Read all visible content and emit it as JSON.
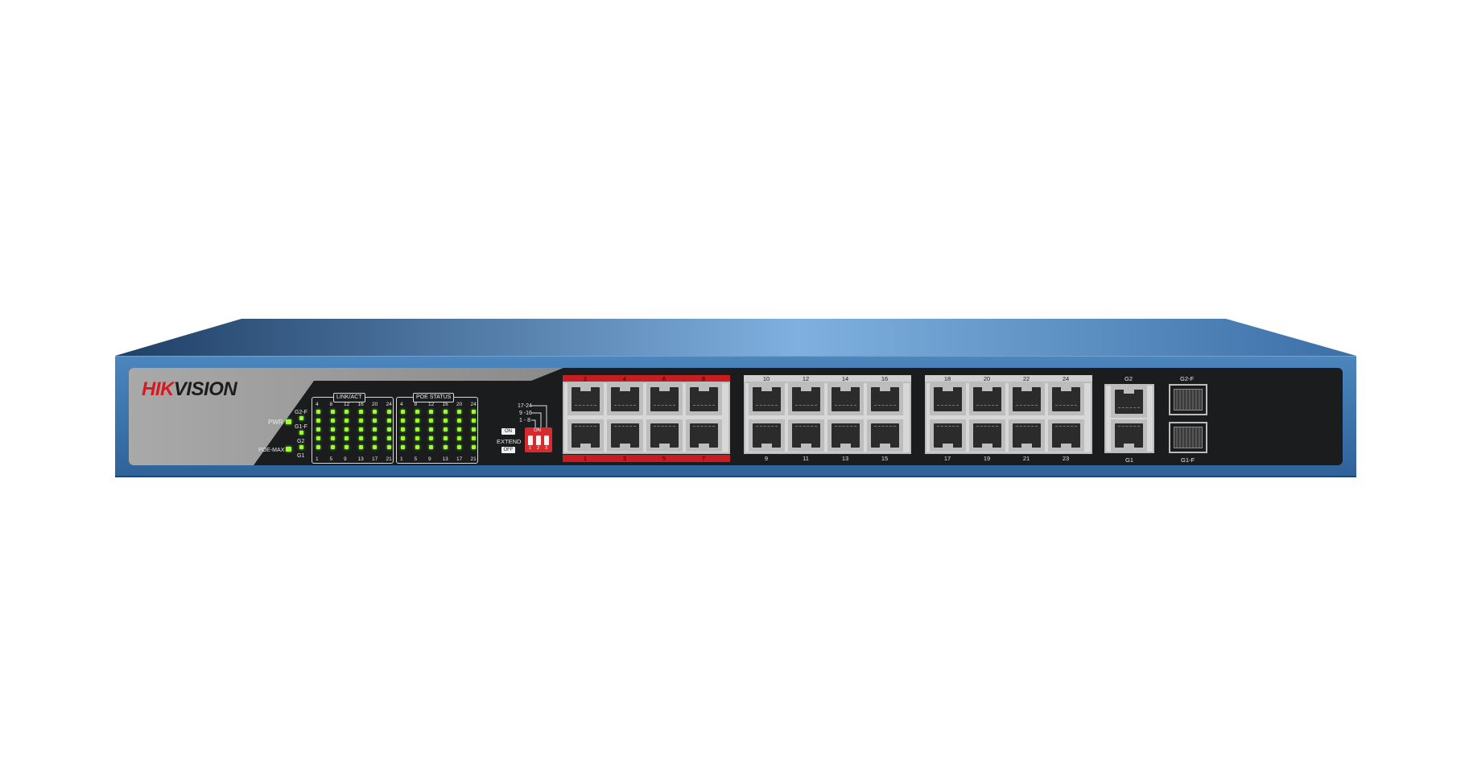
{
  "brand": {
    "part1": "HIK",
    "part2": "VISION"
  },
  "status_leds": {
    "pwr": "PWR",
    "poe_max": "POE-MAX"
  },
  "uplink_leds": [
    "G2-F",
    "G1-F",
    "G2",
    "G1"
  ],
  "link_act": {
    "title": "LINK/ACT",
    "top_numbers": [
      "4",
      "8",
      "12",
      "16",
      "20",
      "24"
    ],
    "bottom_numbers": [
      "1",
      "5",
      "9",
      "13",
      "17",
      "21"
    ]
  },
  "poe_status": {
    "title": "POE STATUS",
    "top_numbers": [
      "4",
      "8",
      "12",
      "16",
      "20",
      "24"
    ],
    "bottom_numbers": [
      "1",
      "5",
      "9",
      "13",
      "17",
      "21"
    ]
  },
  "extend": {
    "ranges": [
      "17-24",
      "9 -16",
      "1 - 8"
    ],
    "on": "ON",
    "label": "EXTEND",
    "off": "OFF",
    "switch_on": "ON",
    "switch_numbers": [
      "1",
      "2",
      "3"
    ]
  },
  "port_blocks": [
    {
      "top": [
        "2",
        "4",
        "6",
        "8"
      ],
      "bottom": [
        "1",
        "3",
        "5",
        "7"
      ],
      "color": "#c71c22"
    },
    {
      "top": [
        "10",
        "12",
        "14",
        "16"
      ],
      "bottom": [
        "9",
        "11",
        "13",
        "15"
      ],
      "color": "#cfcfcf"
    },
    {
      "top": [
        "18",
        "20",
        "22",
        "24"
      ],
      "bottom": [
        "17",
        "19",
        "21",
        "23"
      ],
      "color": "#cfcfcf"
    }
  ],
  "gigabit": {
    "top": "G2",
    "bottom": "G1"
  },
  "sfp": {
    "top": "G2-F",
    "bottom": "G1-F"
  }
}
